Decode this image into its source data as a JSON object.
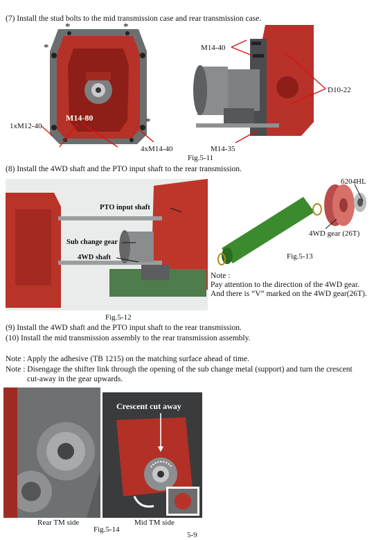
{
  "step7": {
    "text": "(7) Install the stud bolts to the mid transmission case and rear transmission case."
  },
  "fig511": {
    "caption": "Fig.5-11",
    "asterisk": "*",
    "label_1xm12": "1xM12-40",
    "label_m1480": "M14-80",
    "label_4xm14": "4xM14-40",
    "label_m1440": "M14-40",
    "label_d1022": "D10-22",
    "label_m1435": "M14-35"
  },
  "step8": {
    "text": "(8) Install the 4WD shaft and the PTO input shaft to the rear transmission."
  },
  "fig512": {
    "caption": "Fig.5-12",
    "pto_label": "PTO input shaft",
    "sub_gear_label": "Sub change gear",
    "shaft_4wd_label": "4WD shaft"
  },
  "fig513": {
    "caption": "Fig.5-13",
    "bearing_label": "6204HL",
    "gear_label": "4WD gear (26T)",
    "note_title": "Note :",
    "note_line1": "Pay attention to the direction of the 4WD gear.",
    "note_line2": "And there is “V” marked on the 4WD gear(26T)."
  },
  "step9": {
    "text": "(9) Install the 4WD shaft and the PTO input shaft to the rear transmission."
  },
  "step10": {
    "text": "(10) Install the mid transmission assembly to the rear transmission assembly."
  },
  "notes": {
    "note1": "Note : Apply the adhesive (TB 1215) on the matching surface ahead of time.",
    "note2_line1": "Note : Disengage the shifter link through the opening of the sub change metal (support) and turn the crescent",
    "note2_line2": "cut-away in the gear upwards."
  },
  "fig514": {
    "caption": "Fig.5-14",
    "crescent_label": "Crescent cut away",
    "rear_side": "Rear TM side",
    "mid_side": "Mid TM side"
  },
  "page_number": "5-9",
  "colors": {
    "casting_red": "#b8322a",
    "gear_green": "#3c8a2e",
    "annotation_red": "#dd1111"
  }
}
